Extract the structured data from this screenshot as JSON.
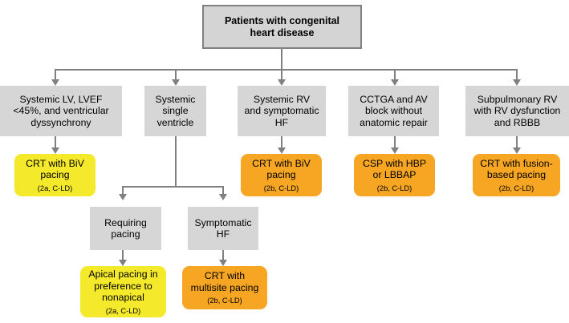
{
  "diagram": {
    "title": "Patients with congenital heart disease",
    "palette": {
      "gray_box": "#d6d6d6",
      "root_box": "#d4d4d4",
      "root_border": "#808080",
      "yellow": "#f5e92b",
      "orange": "#f6a623",
      "connector": "#808080",
      "text": "#000000",
      "background": "#ffffff"
    },
    "root": {
      "label": "Patients with congenital\nheart disease"
    },
    "branches": [
      {
        "condition": "Systemic LV, LVEF\n<45%, and ventricular\ndyssynchrony",
        "recommendation": "CRT with BiV\npacing",
        "coe": "(2a, C-LD)",
        "color": "yellow"
      },
      {
        "condition": "Systemic\nsingle\nventricle",
        "recommendation": null,
        "coe": null,
        "color": null
      },
      {
        "condition": "Systemic RV\nand symptomatic\nHF",
        "recommendation": "CRT with BiV\npacing",
        "coe": "(2b, C-LD)",
        "color": "orange"
      },
      {
        "condition": "CCTGA and AV\nblock without\nanatomic repair",
        "recommendation": "CSP with HBP\nor LBBAP",
        "coe": "(2b, C-LD)",
        "color": "orange"
      },
      {
        "condition": "Subpulmonary RV\nwith RV dysfunction\nand RBBB",
        "recommendation": "CRT with fusion-\nbased pacing",
        "coe": "(2b, C-LD)",
        "color": "orange"
      }
    ],
    "subbranches": [
      {
        "condition": "Requiring\npacing",
        "recommendation": "Apical pacing in\npreference to\nnonapical",
        "coe": "(2a, C-LD)",
        "color": "yellow"
      },
      {
        "condition": "Symptomatic\nHF",
        "recommendation": "CRT with\nmultisite pacing",
        "coe": "(2b, C-LD)",
        "color": "orange"
      }
    ]
  }
}
